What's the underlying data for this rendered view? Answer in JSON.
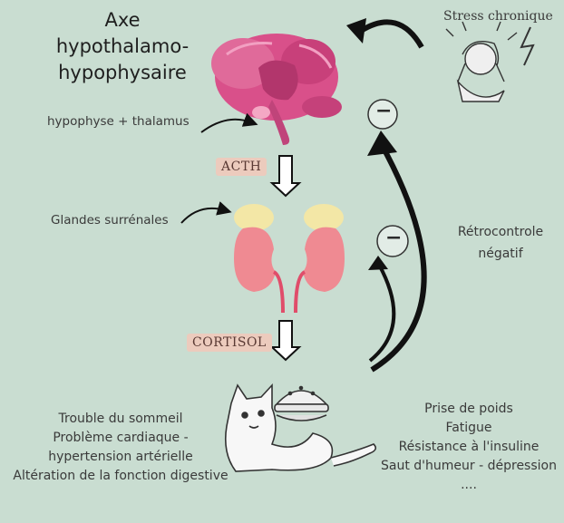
{
  "diagram": {
    "title": [
      "Axe",
      "hypothalamo-",
      "hypophysaire"
    ],
    "stress_label": "Stress chronique",
    "hypophyse_label": "hypophyse + thalamus",
    "surrenales_label": "Glandes surrénales",
    "acth_label": "ACTH",
    "cortisol_label": "CORTISOL",
    "inhibit_symbol": "−",
    "feedback_label": [
      "Rétrocontrole",
      "négatif"
    ],
    "effects_left": [
      "Trouble du sommeil",
      "Problème cardiaque -",
      "hypertension artérielle",
      "Altération de la fonction digestive"
    ],
    "effects_right": [
      "Prise de poids",
      "Fatigue",
      "Résistance à l'insuline",
      "Saut d'humeur - dépression",
      "...."
    ],
    "colors": {
      "background": "#c9ddd1",
      "brain": "#d9508a",
      "kidney": "#ef8a92",
      "adrenal": "#f3e7a6",
      "pill": "#eccbbd",
      "arrow": "#111111"
    }
  }
}
